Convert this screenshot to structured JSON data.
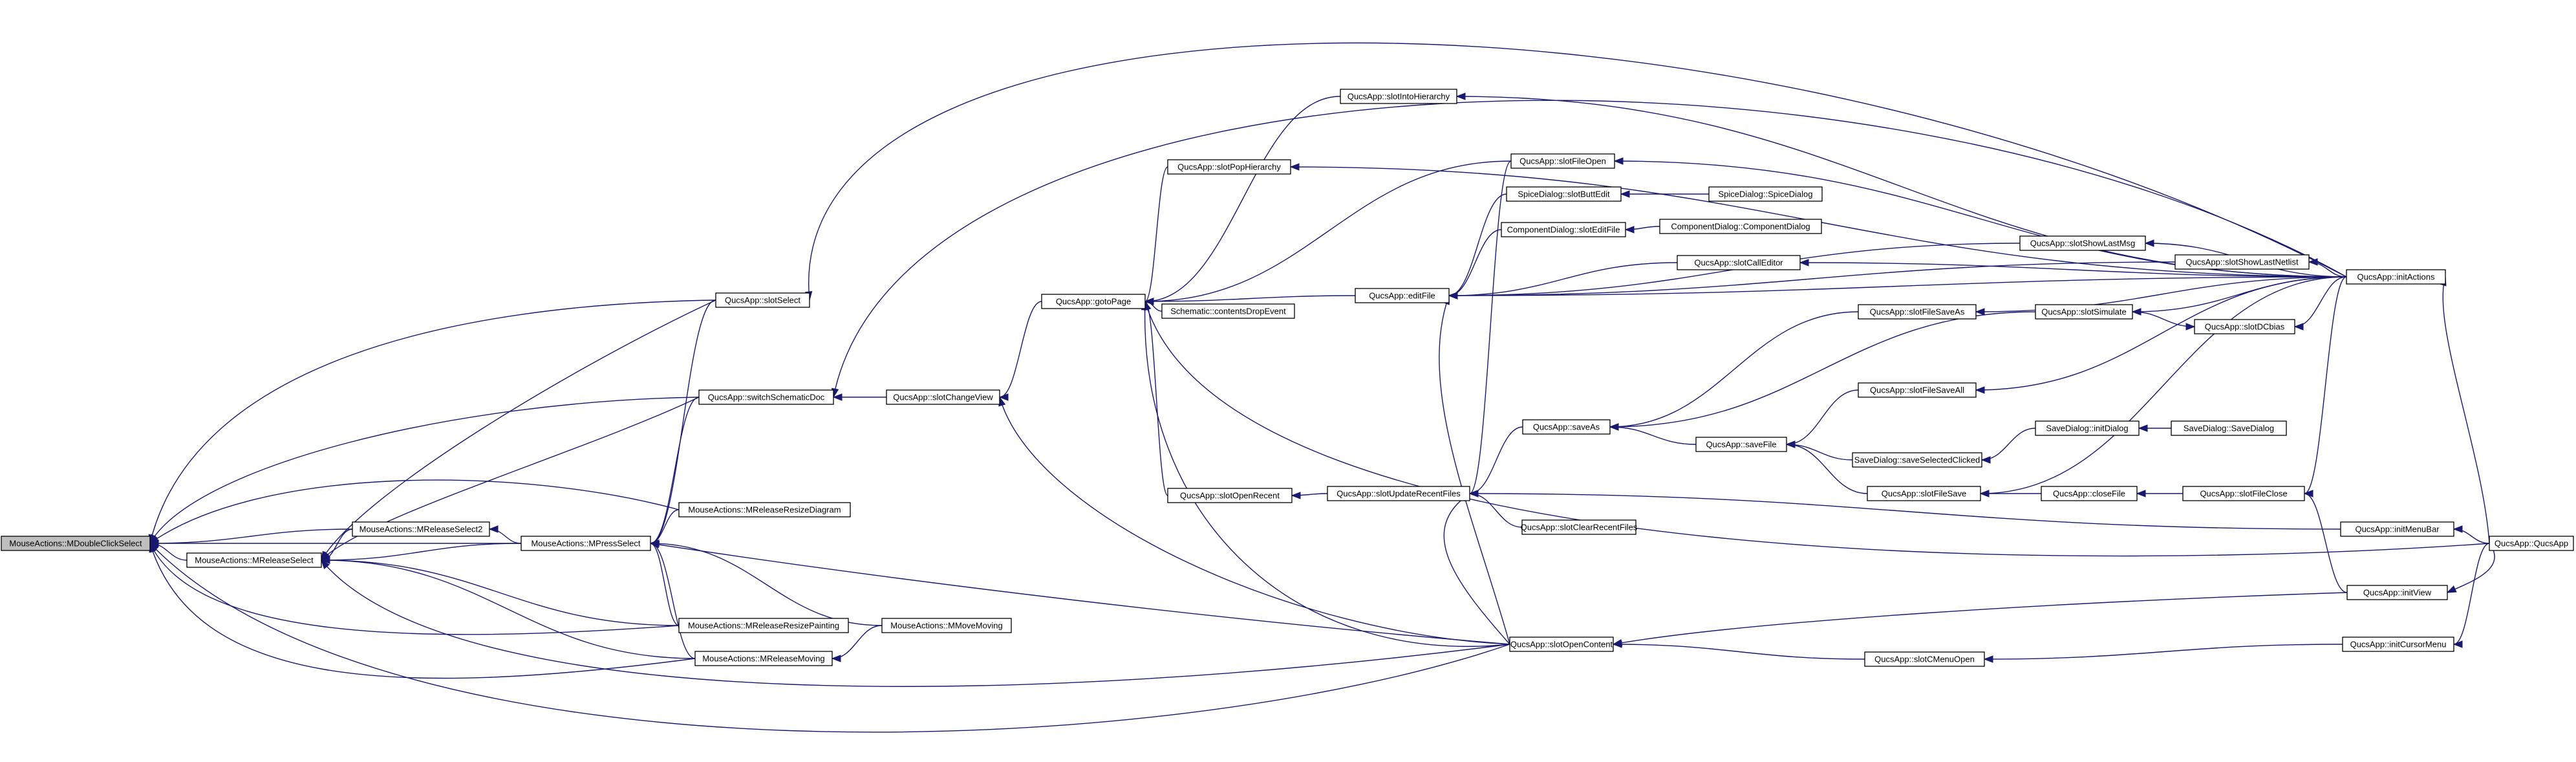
{
  "diagram": {
    "nodes": [
      {
        "id": "n0",
        "label": "MouseActions::MDoubleClickSelect",
        "focus": true
      },
      {
        "id": "n1",
        "label": "MouseActions::MReleaseSelect"
      },
      {
        "id": "n2",
        "label": "MouseActions::MReleaseSelect2"
      },
      {
        "id": "n3",
        "label": "MouseActions::MPressSelect"
      },
      {
        "id": "n4",
        "label": "MouseActions::MReleaseResizeDiagram"
      },
      {
        "id": "n5",
        "label": "MouseActions::MReleaseResizePainting"
      },
      {
        "id": "n6",
        "label": "MouseActions::MReleaseMoving"
      },
      {
        "id": "n7",
        "label": "MouseActions::MMoveMoving"
      },
      {
        "id": "n8",
        "label": "QucsApp::slotSelect"
      },
      {
        "id": "n9",
        "label": "QucsApp::switchSchematicDoc"
      },
      {
        "id": "n10",
        "label": "QucsApp::slotChangeView"
      },
      {
        "id": "n11",
        "label": "QucsApp::gotoPage"
      },
      {
        "id": "n12",
        "label": "Schematic::contentsDropEvent"
      },
      {
        "id": "n13",
        "label": "QucsApp::slotPopHierarchy"
      },
      {
        "id": "n14",
        "label": "QucsApp::slotIntoHierarchy"
      },
      {
        "id": "n15",
        "label": "QucsApp::slotOpenRecent"
      },
      {
        "id": "n16",
        "label": "QucsApp::editFile"
      },
      {
        "id": "n17",
        "label": "QucsApp::slotUpdateRecentFiles"
      },
      {
        "id": "n18",
        "label": "QucsApp::slotFileOpen"
      },
      {
        "id": "n19",
        "label": "SpiceDialog::slotButtEdit"
      },
      {
        "id": "n20",
        "label": "SpiceDialog::SpiceDialog"
      },
      {
        "id": "n21",
        "label": "ComponentDialog::slotEditFile"
      },
      {
        "id": "n22",
        "label": "ComponentDialog::ComponentDialog"
      },
      {
        "id": "n23",
        "label": "QucsApp::slotCallEditor"
      },
      {
        "id": "n24",
        "label": "QucsApp::slotShowLastMsg"
      },
      {
        "id": "n25",
        "label": "QucsApp::slotShowLastNetlist"
      },
      {
        "id": "n26",
        "label": "QucsApp::initActions"
      },
      {
        "id": "n27",
        "label": "QucsApp::slotDCbias"
      },
      {
        "id": "n28",
        "label": "QucsApp::slotFileSaveAs"
      },
      {
        "id": "n29",
        "label": "QucsApp::slotSimulate"
      },
      {
        "id": "n30",
        "label": "QucsApp::saveAs"
      },
      {
        "id": "n31",
        "label": "QucsApp::saveFile"
      },
      {
        "id": "n32",
        "label": "QucsApp::slotFileSaveAll"
      },
      {
        "id": "n33",
        "label": "SaveDialog::saveSelectedClicked"
      },
      {
        "id": "n34",
        "label": "SaveDialog::initDialog"
      },
      {
        "id": "n35",
        "label": "SaveDialog::SaveDialog"
      },
      {
        "id": "n36",
        "label": "QucsApp::slotFileSave"
      },
      {
        "id": "n37",
        "label": "QucsApp::closeFile"
      },
      {
        "id": "n38",
        "label": "QucsApp::slotFileClose"
      },
      {
        "id": "n39",
        "label": "QucsApp::slotClearRecentFiles"
      },
      {
        "id": "n40",
        "label": "QucsApp::initMenuBar"
      },
      {
        "id": "n41",
        "label": "QucsApp::QucsApp"
      },
      {
        "id": "n42",
        "label": "QucsApp::initView"
      },
      {
        "id": "n43",
        "label": "QucsApp::slotOpenContent"
      },
      {
        "id": "n44",
        "label": "QucsApp::slotCMenuOpen"
      },
      {
        "id": "n45",
        "label": "QucsApp::initCursorMenu"
      }
    ],
    "edges": [
      {
        "from": "n1",
        "to": "n0"
      },
      {
        "from": "n2",
        "to": "n0"
      },
      {
        "from": "n3",
        "to": "n0"
      },
      {
        "from": "n4",
        "to": "n0"
      },
      {
        "from": "n5",
        "to": "n0"
      },
      {
        "from": "n6",
        "to": "n0"
      },
      {
        "from": "n8",
        "to": "n0"
      },
      {
        "from": "n9",
        "to": "n0"
      },
      {
        "from": "n43",
        "to": "n0"
      },
      {
        "from": "n2",
        "to": "n1"
      },
      {
        "from": "n3",
        "to": "n1"
      },
      {
        "from": "n5",
        "to": "n1"
      },
      {
        "from": "n6",
        "to": "n1"
      },
      {
        "from": "n8",
        "to": "n1"
      },
      {
        "from": "n9",
        "to": "n1"
      },
      {
        "from": "n43",
        "to": "n1"
      },
      {
        "from": "n3",
        "to": "n2"
      },
      {
        "from": "n4",
        "to": "n3"
      },
      {
        "from": "n5",
        "to": "n3"
      },
      {
        "from": "n6",
        "to": "n3"
      },
      {
        "from": "n7",
        "to": "n3"
      },
      {
        "from": "n8",
        "to": "n3"
      },
      {
        "from": "n9",
        "to": "n3"
      },
      {
        "from": "n43",
        "to": "n3"
      },
      {
        "from": "n7",
        "to": "n6"
      },
      {
        "from": "n26",
        "to": "n8"
      },
      {
        "from": "n10",
        "to": "n9"
      },
      {
        "from": "n26",
        "to": "n9"
      },
      {
        "from": "n43",
        "to": "n10"
      },
      {
        "from": "n11",
        "to": "n10"
      },
      {
        "from": "n12",
        "to": "n11"
      },
      {
        "from": "n13",
        "to": "n11"
      },
      {
        "from": "n14",
        "to": "n11"
      },
      {
        "from": "n15",
        "to": "n11"
      },
      {
        "from": "n16",
        "to": "n11"
      },
      {
        "from": "n18",
        "to": "n11"
      },
      {
        "from": "n41",
        "to": "n11"
      },
      {
        "from": "n43",
        "to": "n11"
      },
      {
        "from": "n26",
        "to": "n13"
      },
      {
        "from": "n26",
        "to": "n14"
      },
      {
        "from": "n17",
        "to": "n15"
      },
      {
        "from": "n19",
        "to": "n16"
      },
      {
        "from": "n21",
        "to": "n16"
      },
      {
        "from": "n23",
        "to": "n16"
      },
      {
        "from": "n24",
        "to": "n16"
      },
      {
        "from": "n25",
        "to": "n16"
      },
      {
        "from": "n26",
        "to": "n16"
      },
      {
        "from": "n43",
        "to": "n16"
      },
      {
        "from": "n18",
        "to": "n17"
      },
      {
        "from": "n30",
        "to": "n17"
      },
      {
        "from": "n39",
        "to": "n17"
      },
      {
        "from": "n40",
        "to": "n17"
      },
      {
        "from": "n43",
        "to": "n17"
      },
      {
        "from": "n26",
        "to": "n18"
      },
      {
        "from": "n20",
        "to": "n19"
      },
      {
        "from": "n22",
        "to": "n21"
      },
      {
        "from": "n26",
        "to": "n23"
      },
      {
        "from": "n26",
        "to": "n24"
      },
      {
        "from": "n26",
        "to": "n25"
      },
      {
        "from": "n41",
        "to": "n26"
      },
      {
        "from": "n29",
        "to": "n27"
      },
      {
        "from": "n26",
        "to": "n27"
      },
      {
        "from": "n26",
        "to": "n28"
      },
      {
        "from": "n26",
        "to": "n29"
      },
      {
        "from": "n28",
        "to": "n30"
      },
      {
        "from": "n29",
        "to": "n30"
      },
      {
        "from": "n31",
        "to": "n30"
      },
      {
        "from": "n32",
        "to": "n31"
      },
      {
        "from": "n33",
        "to": "n31"
      },
      {
        "from": "n36",
        "to": "n31"
      },
      {
        "from": "n26",
        "to": "n32"
      },
      {
        "from": "n34",
        "to": "n33"
      },
      {
        "from": "n35",
        "to": "n34"
      },
      {
        "from": "n37",
        "to": "n36"
      },
      {
        "from": "n26",
        "to": "n36"
      },
      {
        "from": "n38",
        "to": "n37"
      },
      {
        "from": "n26",
        "to": "n38"
      },
      {
        "from": "n42",
        "to": "n38"
      },
      {
        "from": "n41",
        "to": "n40"
      },
      {
        "from": "n41",
        "to": "n42"
      },
      {
        "from": "n42",
        "to": "n43"
      },
      {
        "from": "n44",
        "to": "n43"
      },
      {
        "from": "n45",
        "to": "n44"
      },
      {
        "from": "n41",
        "to": "n45"
      }
    ]
  }
}
